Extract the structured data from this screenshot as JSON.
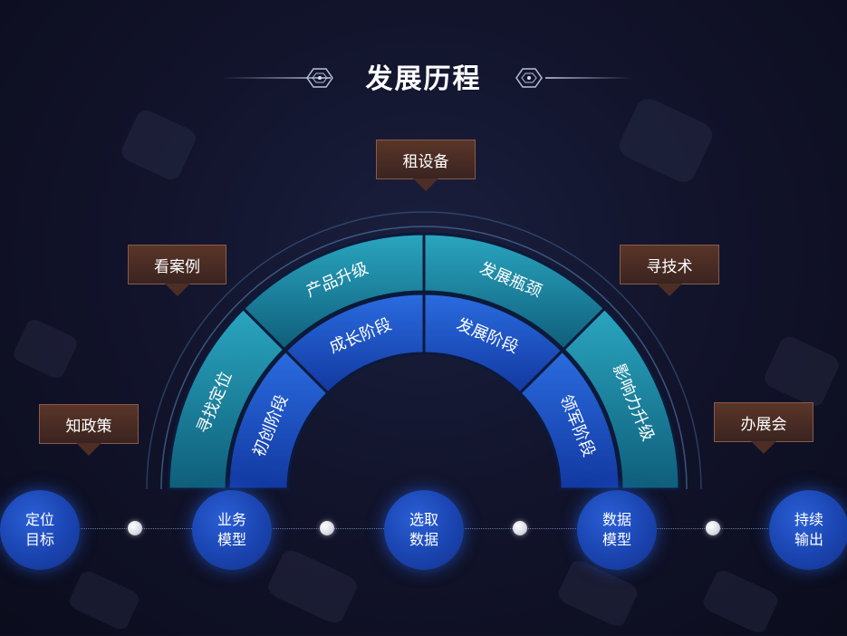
{
  "title": "发展历程",
  "outer_ring": [
    "寻找定位",
    "产品升级",
    "发展瓶颈",
    "影响力升级"
  ],
  "inner_ring": [
    "初创阶段",
    "成长阶段",
    "发展阶段",
    "领军阶段"
  ],
  "callouts": [
    "知政策",
    "看案例",
    "租设备",
    "寻技术",
    "办展会"
  ],
  "steps": [
    {
      "line1": "定位",
      "line2": "目标"
    },
    {
      "line1": "业务",
      "line2": "模型"
    },
    {
      "line1": "选取",
      "line2": "数据"
    },
    {
      "line1": "数据",
      "line2": "模型"
    },
    {
      "line1": "持续",
      "line2": "输出"
    }
  ],
  "colors": {
    "outer_ring": "#1a8fa8",
    "inner_ring": "#1a53c8",
    "callout": "#4c2e24",
    "step": "#1a44b0"
  }
}
